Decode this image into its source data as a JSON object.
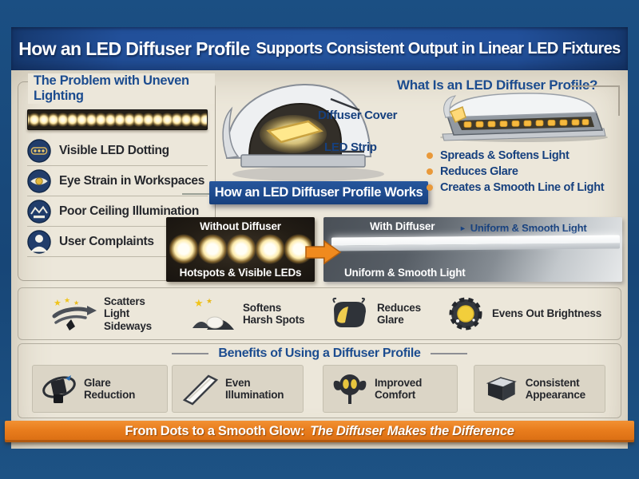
{
  "header": {
    "title_main": "How an LED Diffuser Profile",
    "title_rest": "Supports Consistent Output in Linear LED Fixtures"
  },
  "problem_panel": {
    "header": "The Problem with Uneven Lighting",
    "items": [
      {
        "icon": "led-dotting-icon",
        "label": "Visible LED Dotting"
      },
      {
        "icon": "eye-strain-icon",
        "label": "Eye Strain in Workspaces"
      },
      {
        "icon": "ceiling-icon",
        "label": "Poor Ceiling Illumination"
      },
      {
        "icon": "user-icon",
        "label": "User Complaints"
      }
    ]
  },
  "works_section": {
    "banner_label": "How an LED Diffuser Profile Works",
    "callouts": {
      "diffuser_cover": "Diffuser Cover",
      "led_strip": "LED Strip"
    }
  },
  "what_panel": {
    "header": "What Is an LED Diffuser Profile?",
    "bullets": [
      "Spreads & Softens Light",
      "Reduces Glare",
      "Creates a Smooth Line of Light"
    ]
  },
  "comparison": {
    "without": {
      "title": "Without Diffuser",
      "caption": "Hotspots & Visible LEDs"
    },
    "with": {
      "title": "With Diffuser",
      "caption": "Uniform & Smooth Light",
      "pointer_icon": "►",
      "side_label": "Uniform & Smooth Light"
    }
  },
  "features_row": {
    "items": [
      {
        "icon": "scatters-light-icon",
        "label": "Scatters Light Sideways"
      },
      {
        "icon": "softens-spots-icon",
        "label": "Softens Harsh Spots"
      },
      {
        "icon": "reduces-glare-icon",
        "label": "Reduces Glare"
      },
      {
        "icon": "evens-brightness-icon",
        "label": "Evens Out Brightness"
      }
    ]
  },
  "benefits_panel": {
    "header": "Benefits of Using a Diffuser Profile",
    "items": [
      {
        "icon": "glare-reduction-icon",
        "label": "Glare Reduction"
      },
      {
        "icon": "even-illumination-icon",
        "label": "Even Illumination"
      },
      {
        "icon": "improved-comfort-icon",
        "label": "Improved Comfort"
      },
      {
        "icon": "consistent-appearance-icon",
        "label": "Consistent Appearance"
      }
    ]
  },
  "footer_banner": {
    "text_lead": "From Dots to a Smooth Glow:",
    "text_emphasis": "The Diffuser Makes the Difference"
  },
  "colors": {
    "frame_navy": "#1a4c7e",
    "title_banner_blue": "#22509a",
    "heading_blue": "#1c4c8f",
    "accent_orange": "#e8861f",
    "bullet_orange": "#e9993a",
    "background_cream": "#ece7da",
    "card_beige": "#dbd5c6",
    "dark_text": "#25272c",
    "led_warm_glow": "#ffe9a6"
  }
}
